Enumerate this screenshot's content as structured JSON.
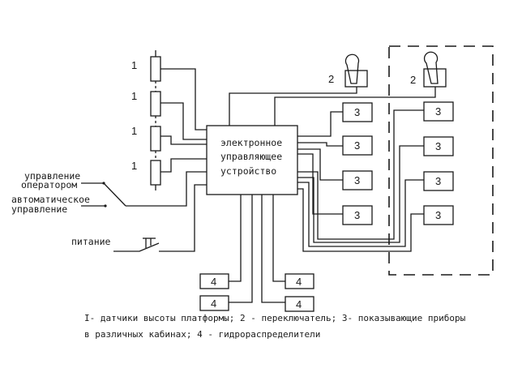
{
  "diagram": {
    "sensor_label": "1",
    "switch_label": "2",
    "indicator_label": "3",
    "valve_label": "4",
    "controller_lines": [
      "электронное",
      "управляющее",
      "устройство"
    ],
    "operator_control_lines": [
      "управление",
      "оператором"
    ],
    "auto_control_lines": [
      "автоматическое",
      "управление"
    ],
    "power_label": "питание"
  },
  "caption": {
    "line1": "I- датчики высоты платформы; 2 - переключатель; 3- показывающие приборы",
    "line2": "в различных кабинах; 4 - гидрораспределители"
  }
}
